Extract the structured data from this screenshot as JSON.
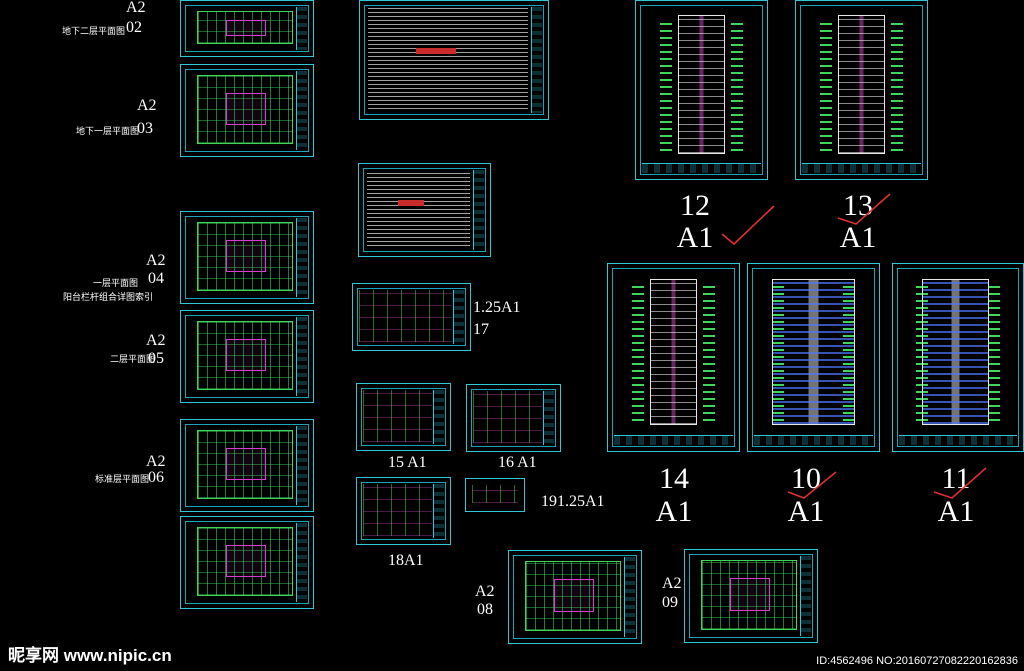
{
  "colors": {
    "background": "#000000",
    "frame": "#2ec8d8",
    "linework": "#3fd65a",
    "accent": "#d43fd0",
    "check": "#e03030",
    "label": "#ffffff"
  },
  "labels": {
    "s02_code": "A2",
    "s02_num": "02",
    "s02_name": "地下二层平面图",
    "s03_code": "A2",
    "s03_num": "03",
    "s03_name": "地下一层平面图",
    "s04_code": "A2",
    "s04_num": "04",
    "s04_name": "一层平面图",
    "s04_note": "阳台栏杆组合详图索引",
    "s05_code": "A2",
    "s05_num": "05",
    "s05_name": "二层平面图",
    "s06_code": "A2",
    "s06_num": "06",
    "s06_name": "标准层平面图",
    "s17_text": "1.25A1",
    "s17_num": "17",
    "s15_text": "15 A1",
    "s16_text": "16 A1",
    "s18_text": "18A1",
    "s19_text": "191.25A1",
    "s08_code": "A2",
    "s08_num": "08",
    "s09_code": "A2",
    "s09_num": "09",
    "s12_num": "12",
    "s12_code": "A1",
    "s13_num": "13",
    "s13_code": "A1",
    "s14_num": "14",
    "s14_code": "A1",
    "s10_num": "10",
    "s10_code": "A1",
    "s11_num": "11",
    "s11_code": "A1"
  },
  "watermark": {
    "logo_text": "昵享网 www.nipic.cn",
    "id_text": "ID:4562496 NO:20160727082220162836"
  }
}
